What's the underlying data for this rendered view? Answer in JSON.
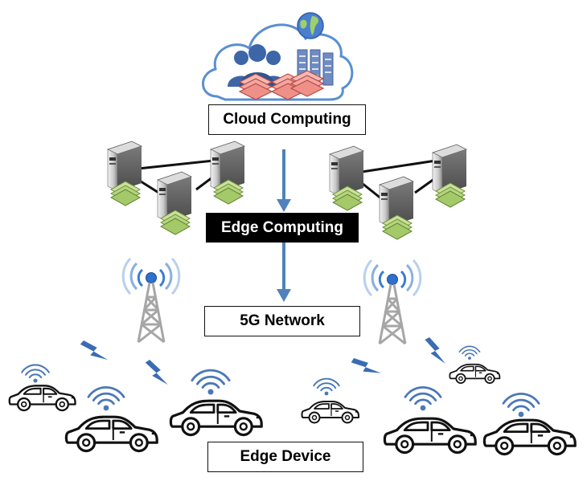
{
  "labels": {
    "cloud": "Cloud Computing",
    "edge_computing": "Edge Computing",
    "network": "5G Network",
    "edge_device": "Edge Device"
  },
  "icons": {
    "cloud": "cloud-icon",
    "globe": "globe-icon",
    "users": "users-icon",
    "server_rack": "server-rack-icon",
    "chips": "chip-stack-icon",
    "edge_server": "edge-server-icon",
    "cell_tower": "cell-tower-icon",
    "wifi": "wifi-signal-icon",
    "lightning": "lightning-icon",
    "car": "car-icon",
    "arrow": "arrow-down-icon"
  },
  "colors": {
    "cloud_outline": "#5a8fd0",
    "arrow": "#4f81bd",
    "wifi": "#4a78b8",
    "lightning": "#3a6bb5",
    "chip": "#f4a6a0",
    "server_stack": "#8fbf5a",
    "tower": "#9a9a9a"
  }
}
